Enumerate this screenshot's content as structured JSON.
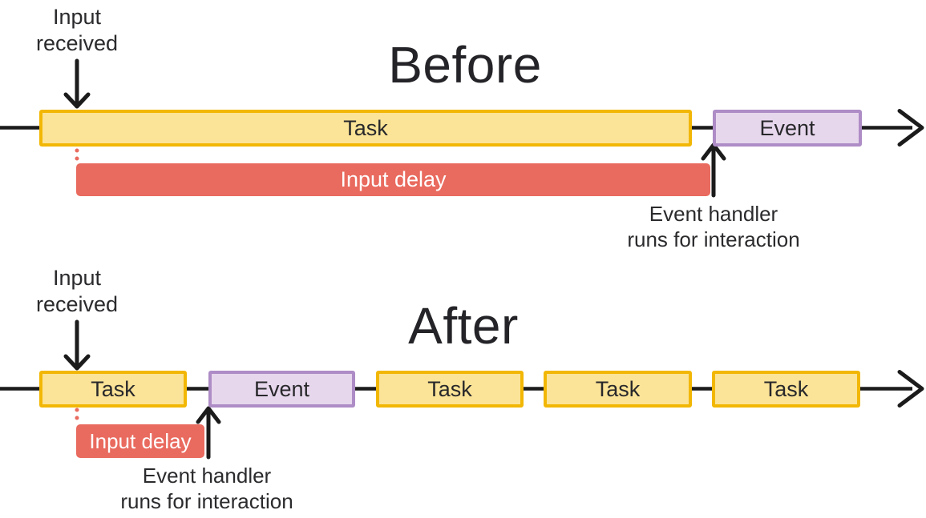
{
  "colors": {
    "task_fill": "#fbe397",
    "task_border": "#f2b705",
    "event_fill": "#e7d7ed",
    "event_border": "#ae8cc6",
    "delay_fill": "#e96a5e",
    "line": "#1b1b1b",
    "text": "#28282b"
  },
  "before": {
    "title": "Before",
    "input_received": [
      "Input",
      "received"
    ],
    "task_label": "Task",
    "event_label": "Event",
    "delay_label": "Input delay",
    "note": [
      "Event handler",
      "runs for interaction"
    ]
  },
  "after": {
    "title": "After",
    "input_received": [
      "Input",
      "received"
    ],
    "tasks": [
      "Task",
      "Task",
      "Task",
      "Task"
    ],
    "event_label": "Event",
    "delay_label": "Input delay",
    "note": [
      "Event handler",
      "runs for interaction"
    ]
  }
}
